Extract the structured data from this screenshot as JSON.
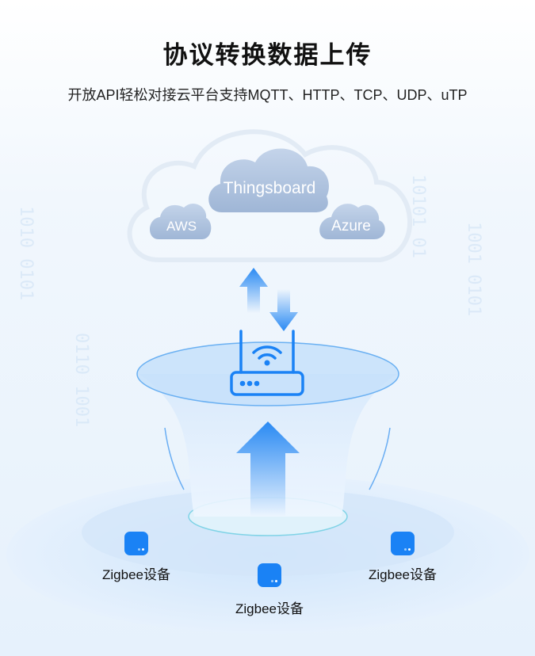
{
  "header": {
    "title": "协议转换数据上传",
    "subtitle": "开放API轻松对接云平台支持MQTT、HTTP、TCP、UDP、uTP"
  },
  "cloud": {
    "platforms": [
      "Thingsboard",
      "AWS",
      "Azure"
    ]
  },
  "gateway": {
    "icon": "wifi-router-icon"
  },
  "devices": [
    {
      "label": "Zigbee设备",
      "icon": "zigbee-device-icon"
    },
    {
      "label": "Zigbee设备",
      "icon": "zigbee-device-icon"
    },
    {
      "label": "Zigbee设备",
      "icon": "zigbee-device-icon"
    }
  ],
  "colors": {
    "accent": "#1a82f5",
    "cloud": "#a9bfdc",
    "background": "#eaf3fd"
  }
}
